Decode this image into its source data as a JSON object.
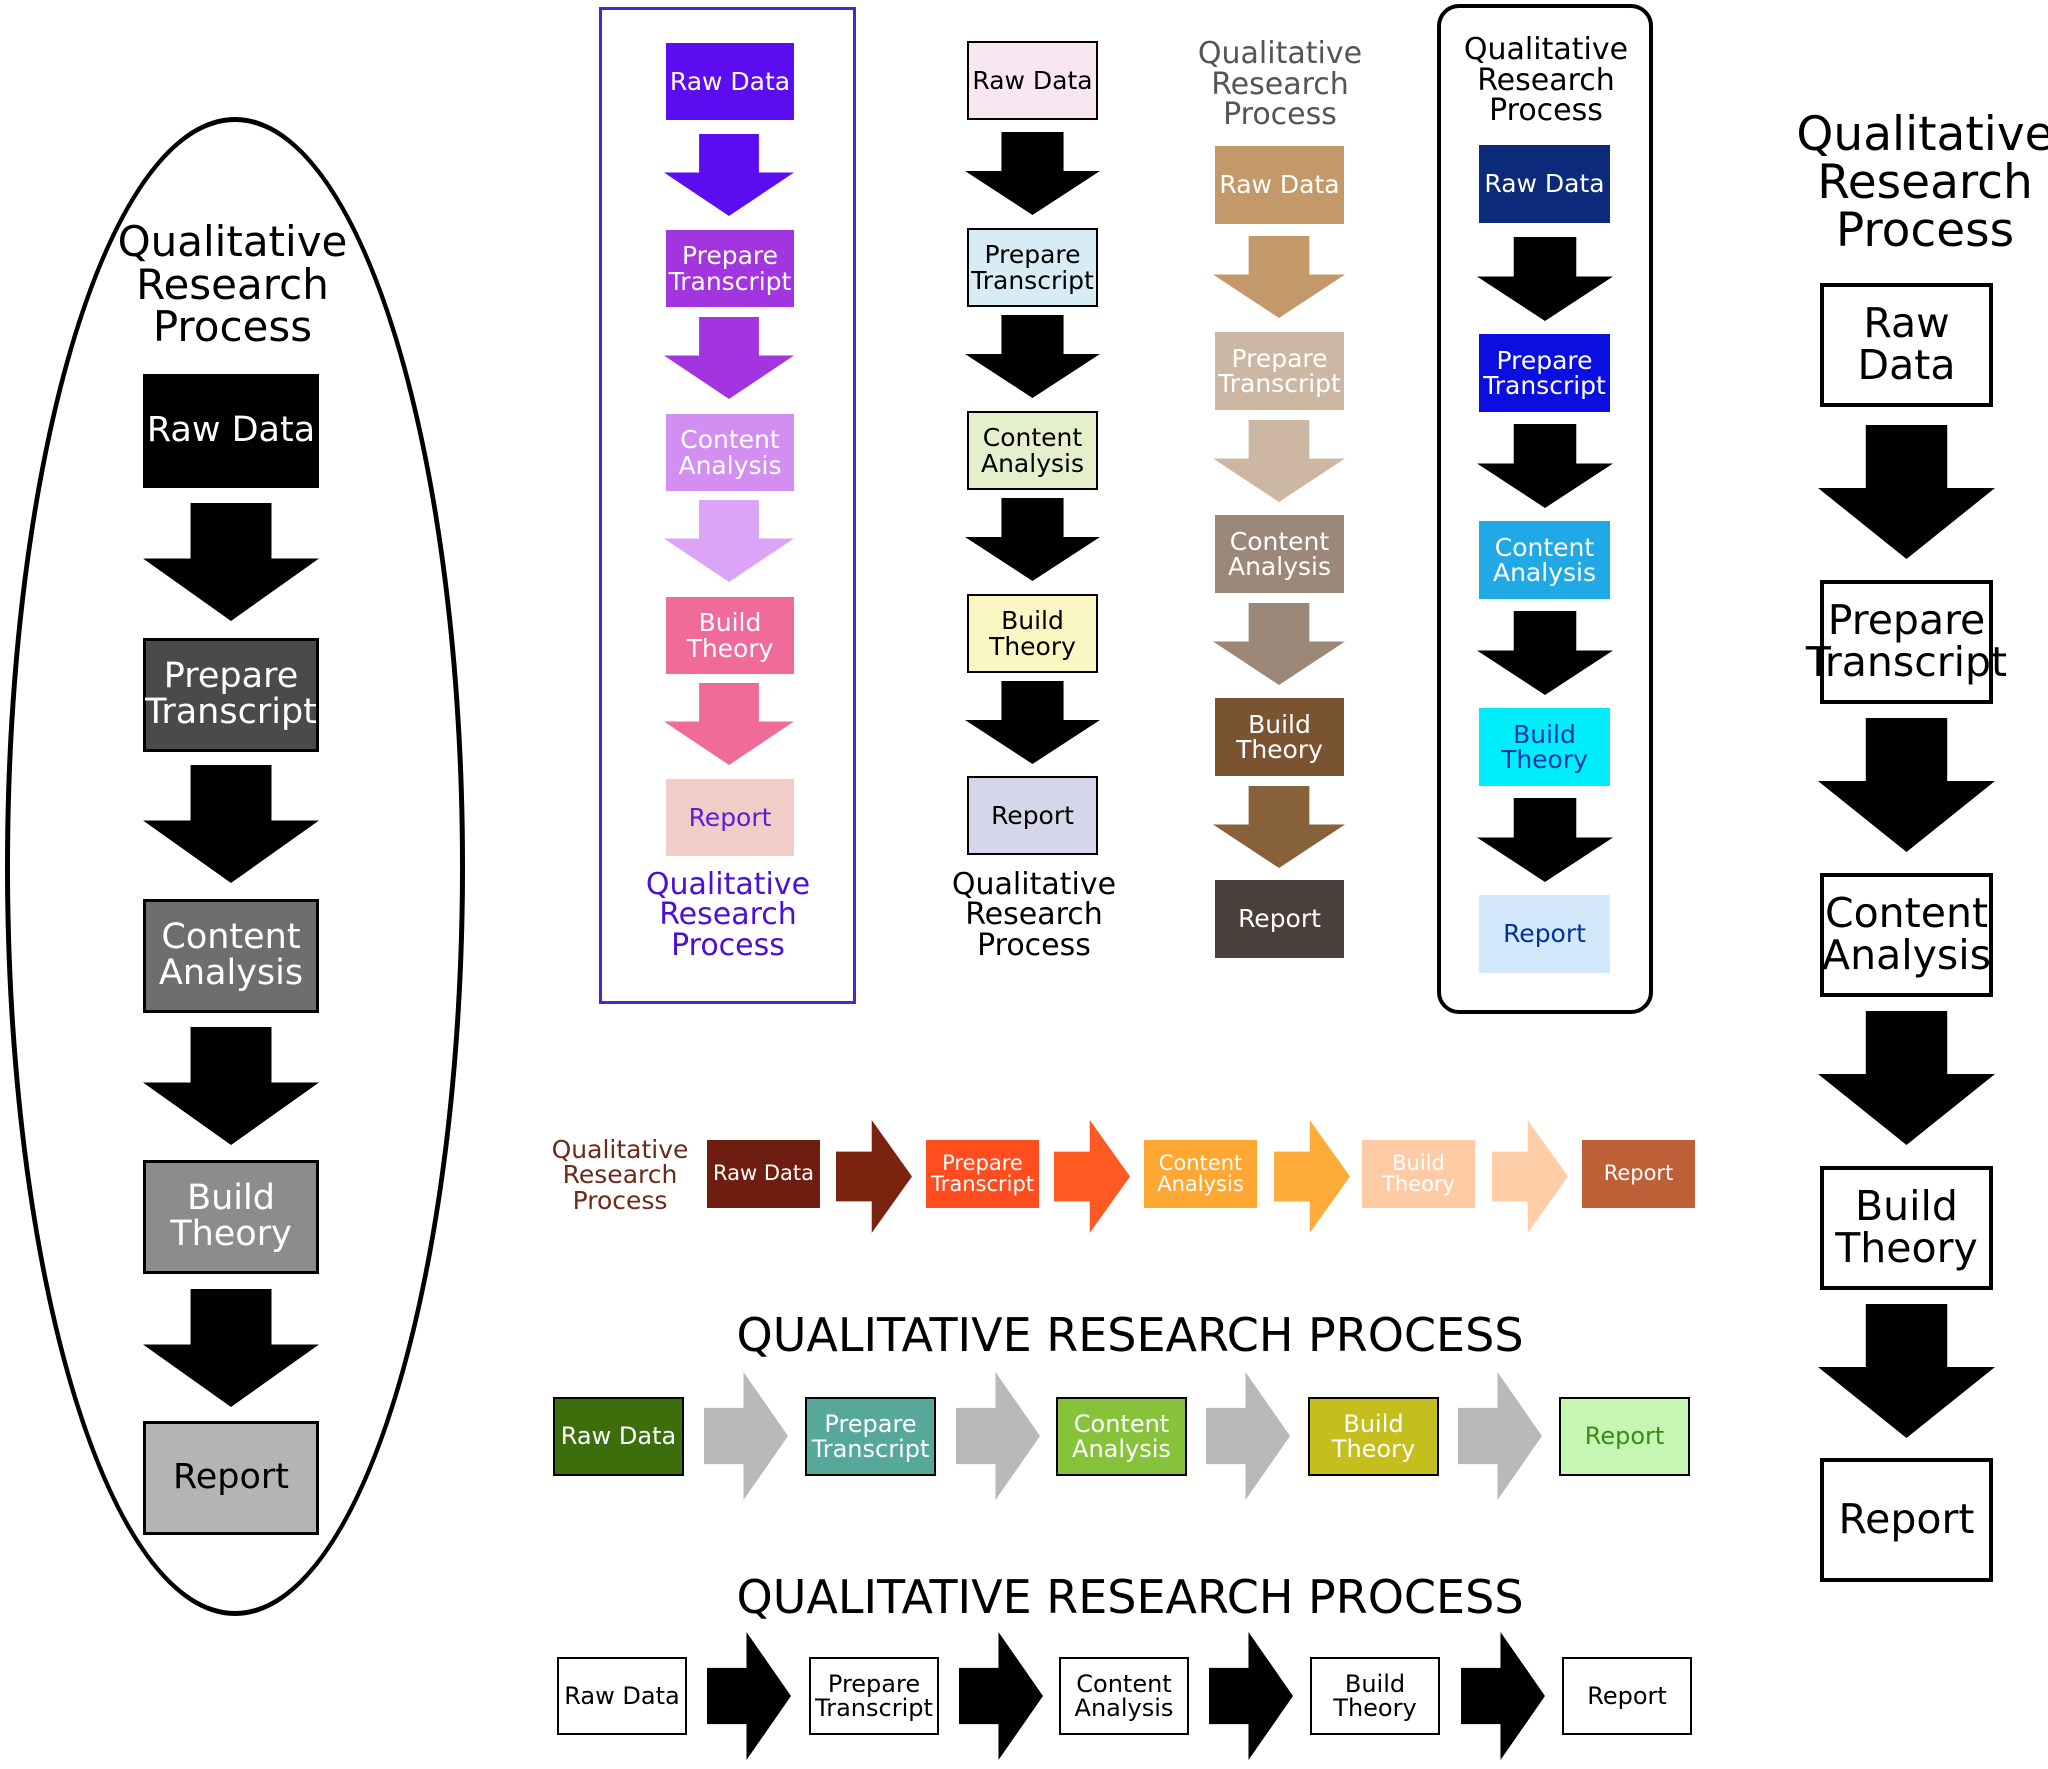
{
  "title_text": "Qualitative\nResearch\nProcess",
  "title_caps": "QUALITATIVE RESEARCH PROCESS",
  "steps": [
    "Raw Data",
    "Prepare\nTranscript",
    "Content\nAnalysis",
    "Build\nTheory",
    "Report"
  ],
  "variants": [
    {
      "id": "oval-black",
      "orientation": "vertical",
      "box_fill": [
        "#000000",
        "#4a4a4a",
        "#6e6e6e",
        "#8c8c8c",
        "#b4b4b4"
      ],
      "box_text": [
        "#ffffff",
        "#ffffff",
        "#ffffff",
        "#ffffff",
        "#000000"
      ],
      "arrow_fill": [
        "#000000",
        "#000000",
        "#000000",
        "#000000"
      ]
    },
    {
      "id": "purple-frame",
      "orientation": "vertical",
      "title_color": "#4b0fd6",
      "box_fill": [
        "#5b0cf0",
        "#a335e0",
        "#d28ef0",
        "#f06b9a",
        "#f2ccc6"
      ],
      "box_text": [
        "#ffffff",
        "#ffffff",
        "#ffffff",
        "#ffffff",
        "#5a1ed6"
      ],
      "arrow_fill": [
        "#5b0cf0",
        "#a335e0",
        "#dca4f6",
        "#f06b9a"
      ]
    },
    {
      "id": "pastel",
      "orientation": "vertical",
      "box_fill": [
        "#f8e6f0",
        "#d8ecf6",
        "#e6efcc",
        "#faf7c2",
        "#d6d6ea"
      ],
      "box_text": [
        "#000000",
        "#000000",
        "#000000",
        "#000000",
        "#000000"
      ],
      "arrow_fill": [
        "#000000",
        "#000000",
        "#000000",
        "#000000"
      ]
    },
    {
      "id": "tan",
      "orientation": "vertical",
      "title_color": "#555555",
      "box_fill": [
        "#c4996a",
        "#ccb8a2",
        "#9b8878",
        "#7a5330",
        "#4a3f3a"
      ],
      "box_text": [
        "#ffffff",
        "#ffffff",
        "#ffffff",
        "#ffffff",
        "#ffffff"
      ],
      "arrow_fill": [
        "#c4996a",
        "#ccb8a2",
        "#9b8878",
        "#87613a"
      ]
    },
    {
      "id": "blue-frame",
      "orientation": "vertical",
      "box_fill": [
        "#0b2a7a",
        "#0a0ee0",
        "#21a9e6",
        "#00eefc",
        "#d3e8fa"
      ],
      "box_text": [
        "#ffffff",
        "#ffffff",
        "#ffffff",
        "#0033aa",
        "#003399"
      ],
      "arrow_fill": [
        "#000000",
        "#000000",
        "#000000",
        "#000000"
      ]
    },
    {
      "id": "outline-large",
      "orientation": "vertical",
      "box_fill": [
        "#ffffff",
        "#ffffff",
        "#ffffff",
        "#ffffff",
        "#ffffff"
      ],
      "box_text": [
        "#000000",
        "#000000",
        "#000000",
        "#000000",
        "#000000"
      ],
      "arrow_fill": [
        "#000000",
        "#000000",
        "#000000",
        "#000000"
      ]
    },
    {
      "id": "warm-row",
      "orientation": "horizontal",
      "title_color": "#6b2a1a",
      "box_fill": [
        "#6e1e10",
        "#ff4d1f",
        "#ffa733",
        "#ffcba4",
        "#bf5f38"
      ],
      "box_text": [
        "#ffffff",
        "#ffffff",
        "#ffffff",
        "#ffffff",
        "#ffffff"
      ],
      "arrow_fill": [
        "#7a2410",
        "#ff5a22",
        "#ffab3a",
        "#ffcda6"
      ]
    },
    {
      "id": "green-row",
      "orientation": "horizontal",
      "box_fill": [
        "#3c6e0c",
        "#55a89a",
        "#86c23a",
        "#c4bf1c",
        "#c6f7b2"
      ],
      "box_text": [
        "#ffffff",
        "#ffffff",
        "#ffffff",
        "#ffffff",
        "#3b8a1a"
      ],
      "arrow_fill": [
        "#b9b9b9",
        "#b9b9b9",
        "#b9b9b9",
        "#b9b9b9"
      ]
    },
    {
      "id": "outline-row",
      "orientation": "horizontal",
      "box_fill": [
        "#ffffff",
        "#ffffff",
        "#ffffff",
        "#ffffff",
        "#ffffff"
      ],
      "box_text": [
        "#000000",
        "#000000",
        "#000000",
        "#000000",
        "#000000"
      ],
      "arrow_fill": [
        "#000000",
        "#000000",
        "#000000",
        "#000000"
      ]
    }
  ]
}
